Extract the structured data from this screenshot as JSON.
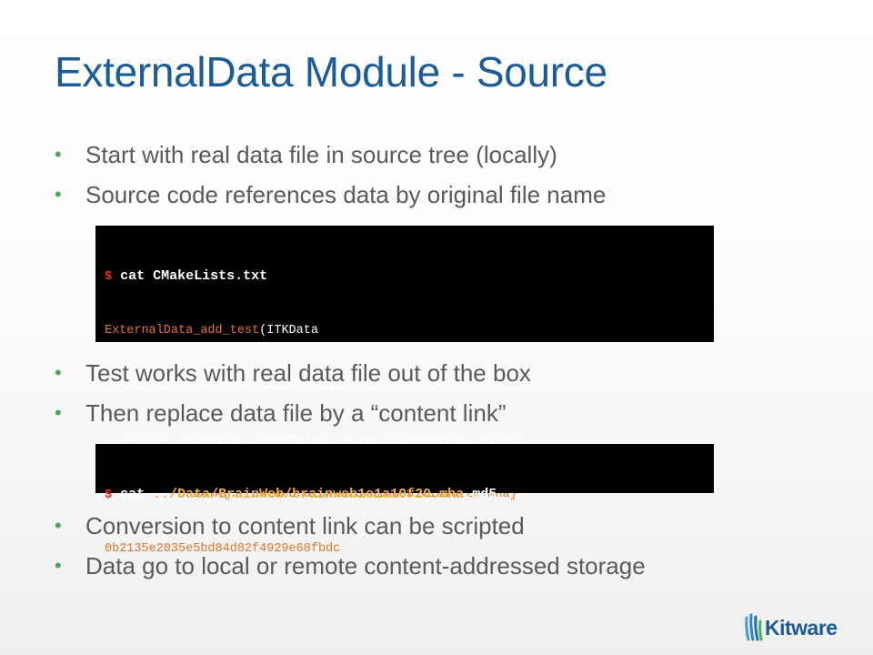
{
  "slide": {
    "title": "ExternalData Module - Source",
    "bullet_marker": "•",
    "bullets_group1": [
      "Start with real data file in source tree (locally)",
      "Source code references data by original file name"
    ],
    "bullets_group2": [
      "Test works with real data file out of the box",
      "Then replace data file by a “content link”"
    ],
    "bullets_group3": [
      "Conversion to content link can be scripted",
      "Data go to local or remote content-addressed storage"
    ]
  },
  "terminal1": {
    "prompt": "$",
    "command": " cat CMakeLists.txt",
    "line2_fn": "ExternalData_add_test",
    "line2_rest": "(ITKData",
    "line3": "  NAME CellularSegmentation2Test",
    "line4": "  COMMAND SegmentationExamples9 CellularSegmentation2Test",
    "line5_indent": "            ",
    "line5_data": "DATA{../Data/BrainWeb/brainweb1e1a10f20.mha}",
    "line6": "  ...)"
  },
  "terminal2": {
    "prompt": "$",
    "command_prefix": " cat ",
    "command_path": "../Data/BrainWeb/brainweb1e1a10f20.mha",
    "command_suffix": ".md5",
    "hash": "0b2135e2035e5bd84d82f4929e68fbdc"
  },
  "logo": {
    "text": "Kitware",
    "icon": "kitware-logo-icon",
    "color": "#1d5a93"
  },
  "colors": {
    "title": "#1b5b9a",
    "bullet_dot": "#4aa657",
    "bullet_text": "#5a5a5a",
    "terminal_bg": "#000000",
    "prompt": "#e8312b",
    "function": "#e3742a",
    "path_highlight": "#f4ad3c"
  }
}
